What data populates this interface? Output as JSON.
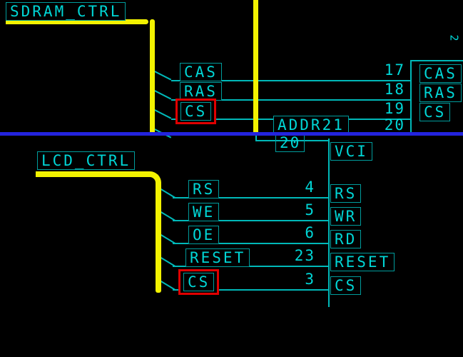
{
  "colors": {
    "background": "#000000",
    "wire_cyan": "#00b8b8",
    "text_cyan": "#00d6d6",
    "bus_yellow": "#f2f200",
    "split_divider_blue": "#2323dd",
    "highlight_red": "#e00000"
  },
  "top_pane": {
    "bus_label": "SDRAM_CTRL",
    "signals": [
      {
        "name": "CAS",
        "pin": "17"
      },
      {
        "name": "RAS",
        "pin": "18"
      },
      {
        "name": "CS",
        "pin": "19"
      },
      {
        "name": "ADDR21",
        "pin": "20"
      }
    ],
    "component_pins": [
      "CAS",
      "RAS",
      "CS"
    ],
    "corner_text": "2"
  },
  "bottom_pane": {
    "bus_label": "LCD_CTRL",
    "carryover_pin": "20",
    "signals": [
      {
        "name": "RS",
        "pin": "4"
      },
      {
        "name": "WE",
        "pin": "5"
      },
      {
        "name": "OE",
        "pin": "6"
      },
      {
        "name": "RESET",
        "pin": "23"
      },
      {
        "name": "CS",
        "pin": "3"
      }
    ],
    "component_pins": [
      "VCI",
      "RS",
      "WR",
      "RD",
      "RESET",
      "CS"
    ]
  }
}
